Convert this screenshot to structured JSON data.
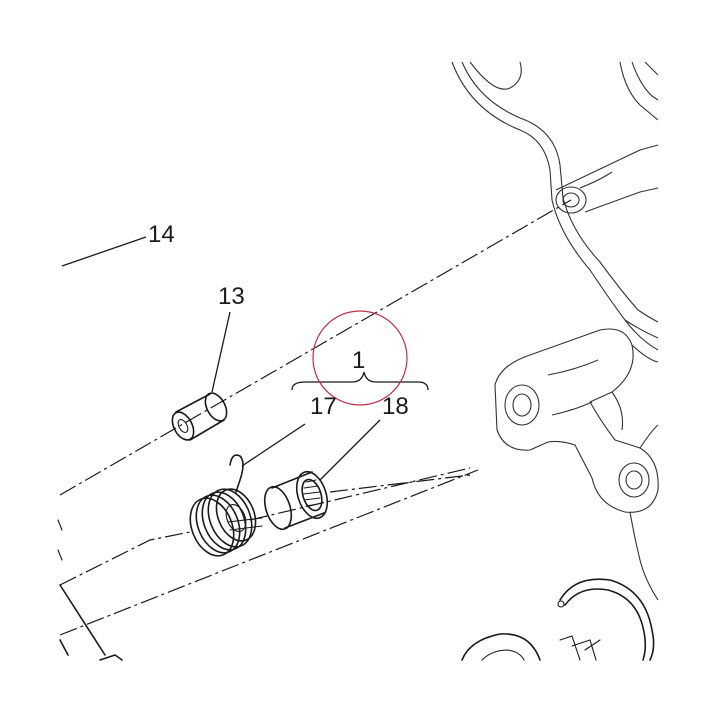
{
  "callouts": {
    "part_14": "14",
    "part_13": "13",
    "part_1": "1",
    "part_17": "17",
    "part_18": "18"
  },
  "colors": {
    "line": "#1a1a1a",
    "highlight_circle": "#c0304a",
    "background": "#ffffff"
  }
}
